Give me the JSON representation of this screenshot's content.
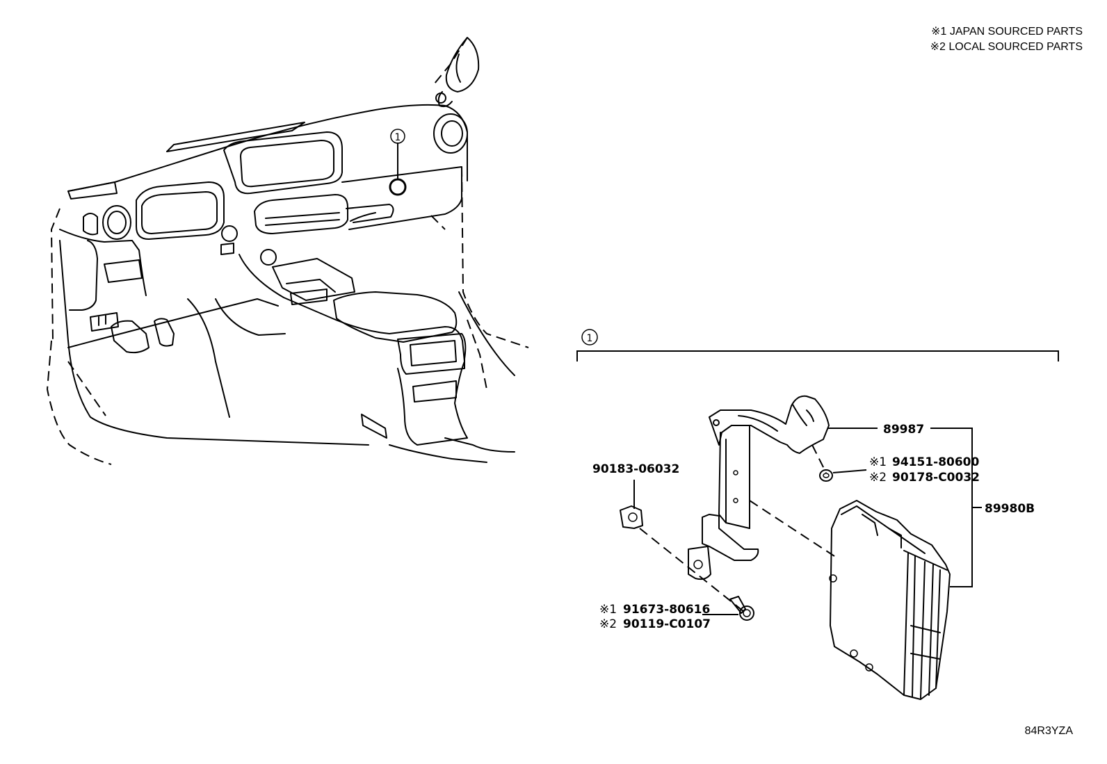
{
  "legend": {
    "note1": "※1 JAPAN SOURCED PARTS",
    "note2": "※2 LOCAL SOURCED PARTS"
  },
  "callout": {
    "marker": "1"
  },
  "parts": {
    "p89987": "89987",
    "p89980B": "89980B",
    "p90183": "90183-06032",
    "nut_mark1": "※1",
    "nut_jp": "94151-80600",
    "nut_mark2": "※2",
    "nut_local": "90178-C0032",
    "bolt_mark1": "※1",
    "bolt_jp": "91673-80616",
    "bolt_mark2": "※2",
    "bolt_local": "90119-C0107"
  },
  "diagram_code": "84R3YZA"
}
